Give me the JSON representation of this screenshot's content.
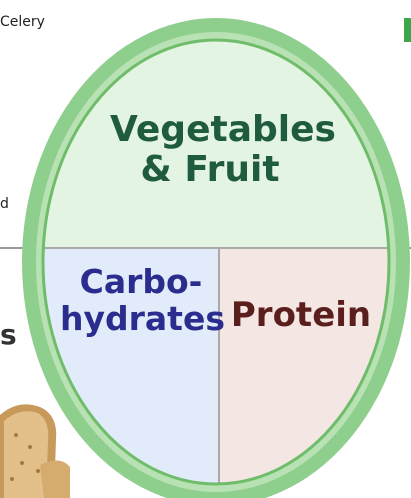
{
  "fragments": {
    "celery": "Celery",
    "frag_d": "d",
    "frag_s": "s"
  },
  "plate": {
    "sections": [
      {
        "label_line1": "Vegetables",
        "label_line2": "& Fruit",
        "fill": "#e4f4e2",
        "text_color": "#1f5b3e"
      },
      {
        "label_line1": "Carbo-",
        "label_line2": "hydrates",
        "fill": "#e2ebf9",
        "text_color": "#2b2d8e"
      },
      {
        "label_line1": "Protein",
        "fill": "#f4e6e3",
        "text_color": "#5a1f1d"
      }
    ],
    "rim_color": "#8fcf8d",
    "divider_color": "#a9a9a9"
  },
  "bread": {
    "icon": "bread-icon"
  }
}
